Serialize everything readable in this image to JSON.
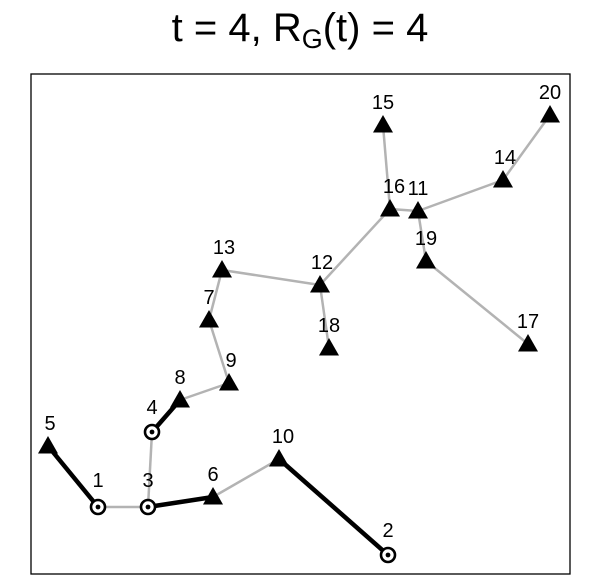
{
  "title": {
    "prefix": "t = 4, R",
    "sub": "G",
    "suffix": "(t) = 4"
  },
  "graph": {
    "nodes": [
      {
        "id": "1",
        "marker": "circle"
      },
      {
        "id": "2",
        "marker": "circle"
      },
      {
        "id": "3",
        "marker": "circle"
      },
      {
        "id": "4",
        "marker": "circle"
      },
      {
        "id": "5",
        "marker": "triangle"
      },
      {
        "id": "6",
        "marker": "triangle"
      },
      {
        "id": "7",
        "marker": "triangle"
      },
      {
        "id": "8",
        "marker": "triangle"
      },
      {
        "id": "9",
        "marker": "triangle"
      },
      {
        "id": "10",
        "marker": "triangle"
      },
      {
        "id": "11",
        "marker": "triangle"
      },
      {
        "id": "12",
        "marker": "triangle"
      },
      {
        "id": "13",
        "marker": "triangle"
      },
      {
        "id": "14",
        "marker": "triangle"
      },
      {
        "id": "15",
        "marker": "triangle"
      },
      {
        "id": "16",
        "marker": "triangle"
      },
      {
        "id": "17",
        "marker": "triangle"
      },
      {
        "id": "18",
        "marker": "triangle"
      },
      {
        "id": "19",
        "marker": "triangle"
      },
      {
        "id": "20",
        "marker": "triangle"
      }
    ],
    "edges": [
      {
        "from": "1",
        "to": "5",
        "style": "black"
      },
      {
        "from": "1",
        "to": "3",
        "style": "gray"
      },
      {
        "from": "3",
        "to": "6",
        "style": "black"
      },
      {
        "from": "3",
        "to": "4",
        "style": "gray"
      },
      {
        "from": "4",
        "to": "8",
        "style": "black"
      },
      {
        "from": "8",
        "to": "9",
        "style": "gray"
      },
      {
        "from": "9",
        "to": "7",
        "style": "gray"
      },
      {
        "from": "7",
        "to": "13",
        "style": "gray"
      },
      {
        "from": "13",
        "to": "12",
        "style": "gray"
      },
      {
        "from": "12",
        "to": "18",
        "style": "gray"
      },
      {
        "from": "12",
        "to": "16",
        "style": "gray"
      },
      {
        "from": "16",
        "to": "15",
        "style": "gray"
      },
      {
        "from": "16",
        "to": "11",
        "style": "gray"
      },
      {
        "from": "11",
        "to": "14",
        "style": "gray"
      },
      {
        "from": "14",
        "to": "20",
        "style": "gray"
      },
      {
        "from": "11",
        "to": "19",
        "style": "gray"
      },
      {
        "from": "19",
        "to": "17",
        "style": "gray"
      },
      {
        "from": "6",
        "to": "10",
        "style": "gray"
      },
      {
        "from": "10",
        "to": "2",
        "style": "black"
      }
    ]
  }
}
